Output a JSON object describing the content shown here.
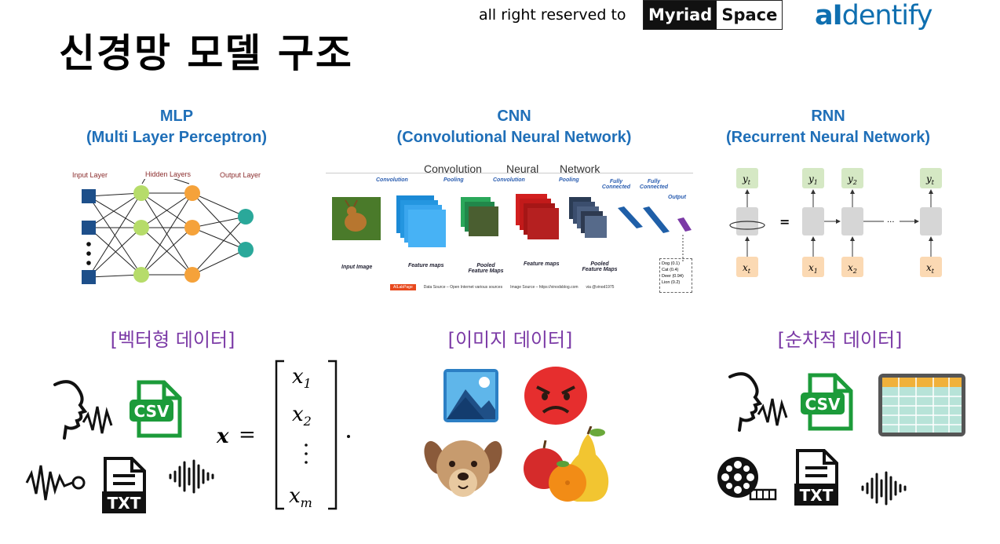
{
  "header": {
    "title": "신경망 모델 구조",
    "rights": "all right reserved to",
    "brand1_a": "Myriad",
    "brand1_b": "Space",
    "brand2_a": "aI",
    "brand2_b": "dentify"
  },
  "mlp": {
    "title": "MLP",
    "subtitle": "(Multi Layer Perceptron)",
    "input_label": "Input Layer",
    "hidden_label": "Hidden Layers",
    "output_label": "Output Layer",
    "category": "[벡터형 데이터]"
  },
  "cnn": {
    "title": "CNN",
    "subtitle": "(Convolutional Neural Network)",
    "head_words": [
      "Convolution",
      "Neural",
      "Network"
    ],
    "stage_labels": [
      "Convolution",
      "Pooling",
      "Convolution",
      "Pooling",
      "Fully Connected",
      "Fully Connected",
      "Output"
    ],
    "bottom_labels": [
      "Input Image",
      "Feature maps",
      "Pooled Feature Maps",
      "Feature maps",
      "Pooled Feature Maps"
    ],
    "output_box": [
      "Dog (0.1)",
      "Cat (0.4)",
      "Deer (0.94)",
      "Lion (0.2)"
    ],
    "footer_badge": "AILabPage",
    "footer_text": "Data Source – Open Internet  various sources",
    "footer_text2": "Image Source – https://vinodsblog.com",
    "footer_text3": "via @vinod1975",
    "category": "[이미지 데이터]"
  },
  "rnn": {
    "title": "RNN",
    "subtitle": "(Recurrent Neural Network)",
    "category": "[순차적 데이터]"
  },
  "colors": {
    "accent_blue": "#1f6fb8",
    "category_purple": "#7b3aa6",
    "rnn_green": "#d5e8c4",
    "rnn_orange": "#fbd9b3",
    "rnn_gray": "#d6d6d6"
  },
  "icons": {
    "mlp_icons": [
      "speech-icon",
      "csv-file-icon",
      "waveform-mic-icon",
      "txt-file-icon",
      "soundwave-icon"
    ],
    "cnn_icons": [
      "picture-icon",
      "angry-face-icon",
      "dog-icon",
      "fruit-icon"
    ],
    "rnn_icons": [
      "speech-icon",
      "csv-file-icon",
      "spreadsheet-icon",
      "film-reel-icon",
      "txt-file-icon",
      "soundwave-icon"
    ]
  },
  "badge_text": {
    "csv": "CSV",
    "txt": "TXT"
  }
}
